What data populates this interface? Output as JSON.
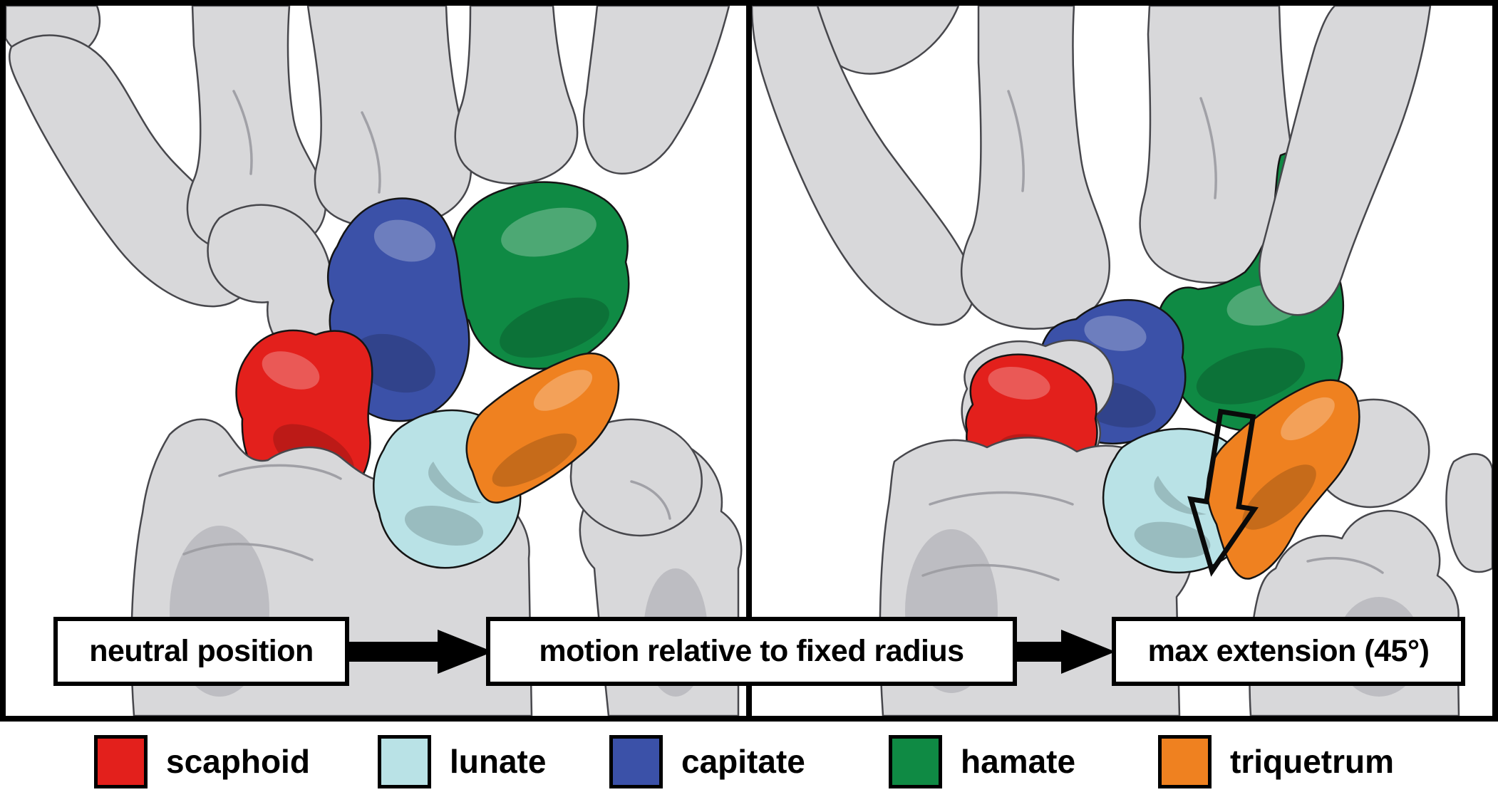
{
  "captions": {
    "left": "neutral position",
    "middle": "motion relative to fixed radius",
    "right": "max extension (45°)"
  },
  "legend": {
    "items": [
      {
        "label": "scaphoid",
        "color": "#e3201c"
      },
      {
        "label": "lunate",
        "color": "#b9e2e6"
      },
      {
        "label": "capitate",
        "color": "#3b51a8"
      },
      {
        "label": "hamate",
        "color": "#0f8a44"
      },
      {
        "label": "triquetrum",
        "color": "#ef8120"
      }
    ]
  },
  "colors": {
    "bone_gray": "#d8d8da",
    "frame": "#000000",
    "background": "#ffffff",
    "text": "#000000"
  }
}
